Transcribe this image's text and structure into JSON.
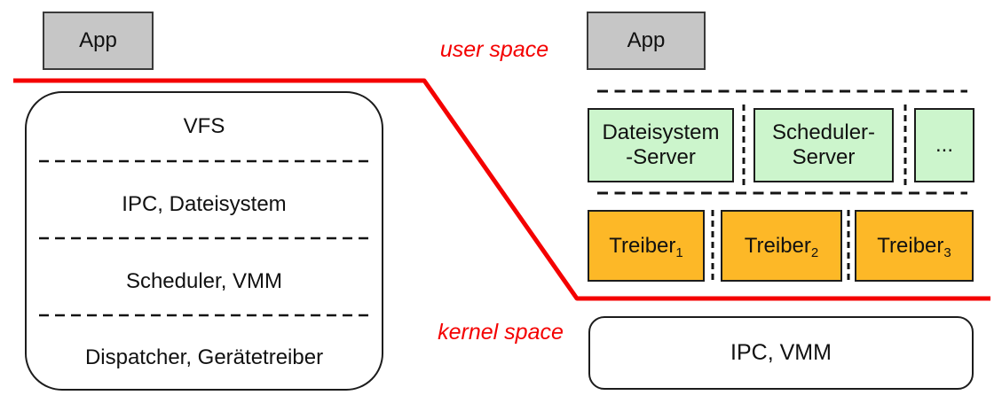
{
  "diagram": {
    "monolithic": {
      "app_label": "App",
      "layers": [
        "VFS",
        "IPC, Dateisystem",
        "Scheduler, VMM",
        "Dispatcher, Gerätetreiber"
      ]
    },
    "boundary_labels": {
      "user_space": "user space",
      "kernel_space": "kernel space"
    },
    "microkernel": {
      "app_label": "App",
      "servers": [
        "Dateisystem\n-Server",
        "Scheduler-\nServer",
        "..."
      ],
      "drivers": [
        {
          "base": "Treiber",
          "sub": "1"
        },
        {
          "base": "Treiber",
          "sub": "2"
        },
        {
          "base": "Treiber",
          "sub": "3"
        }
      ],
      "kernel_label": "IPC, VMM"
    },
    "colors": {
      "boundary_red": "#f40000",
      "app_gray": "#c6c6c6",
      "server_green": "#ccf5cc",
      "driver_orange": "#fdb827"
    }
  }
}
